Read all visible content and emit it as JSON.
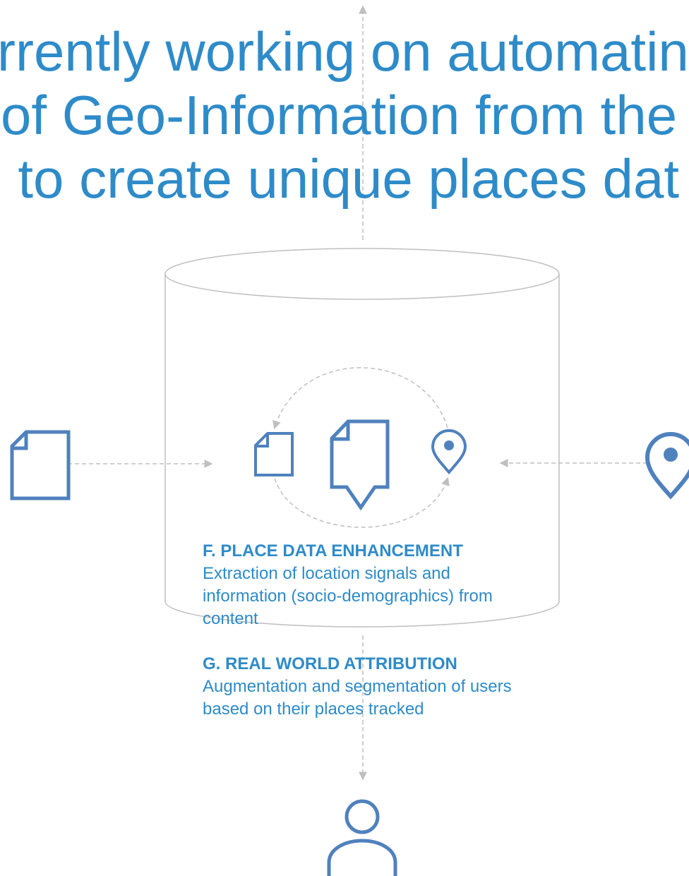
{
  "headline": {
    "line1": "rrently working on automatin",
    "line2": "of Geo-Information from the",
    "line3": ", to create unique places dat"
  },
  "steps": [
    {
      "title": "F. PLACE DATA ENHANCEMENT",
      "body": "Extraction of location signals and information (socio-demographics) from content"
    },
    {
      "title": "G. REAL WORLD ATTRIBUTION",
      "body": "Augmentation and segmentation of users based on their places tracked"
    }
  ],
  "icons": {
    "document": "document-icon",
    "comment": "comment-document-icon",
    "location": "location-pin-icon",
    "user": "user-icon"
  },
  "colors": {
    "headline": "#2e8bc9",
    "icon": "#4f81bd",
    "arrow": "#bfbfbf",
    "outline": "#bfbfbf"
  }
}
